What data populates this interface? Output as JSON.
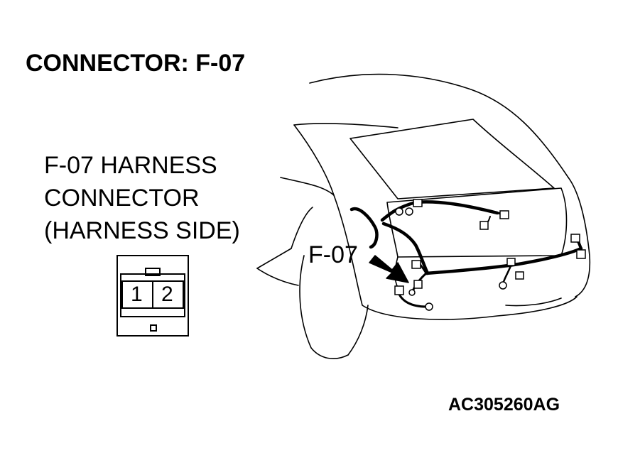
{
  "diagram": {
    "title": "CONNECTOR: F-07",
    "harness_label_lines": [
      "F-07 HARNESS",
      "CONNECTOR",
      "(HARNESS SIDE)"
    ],
    "connector": {
      "pins": [
        "1",
        "2"
      ]
    },
    "callout_label": "F-07",
    "figure_id": "AC305260AG",
    "icons": [
      "harness-connector-icon",
      "vehicle-rear-icon",
      "callout-arrow-icon"
    ],
    "colors": {
      "line": "#000000",
      "background": "#ffffff"
    }
  }
}
